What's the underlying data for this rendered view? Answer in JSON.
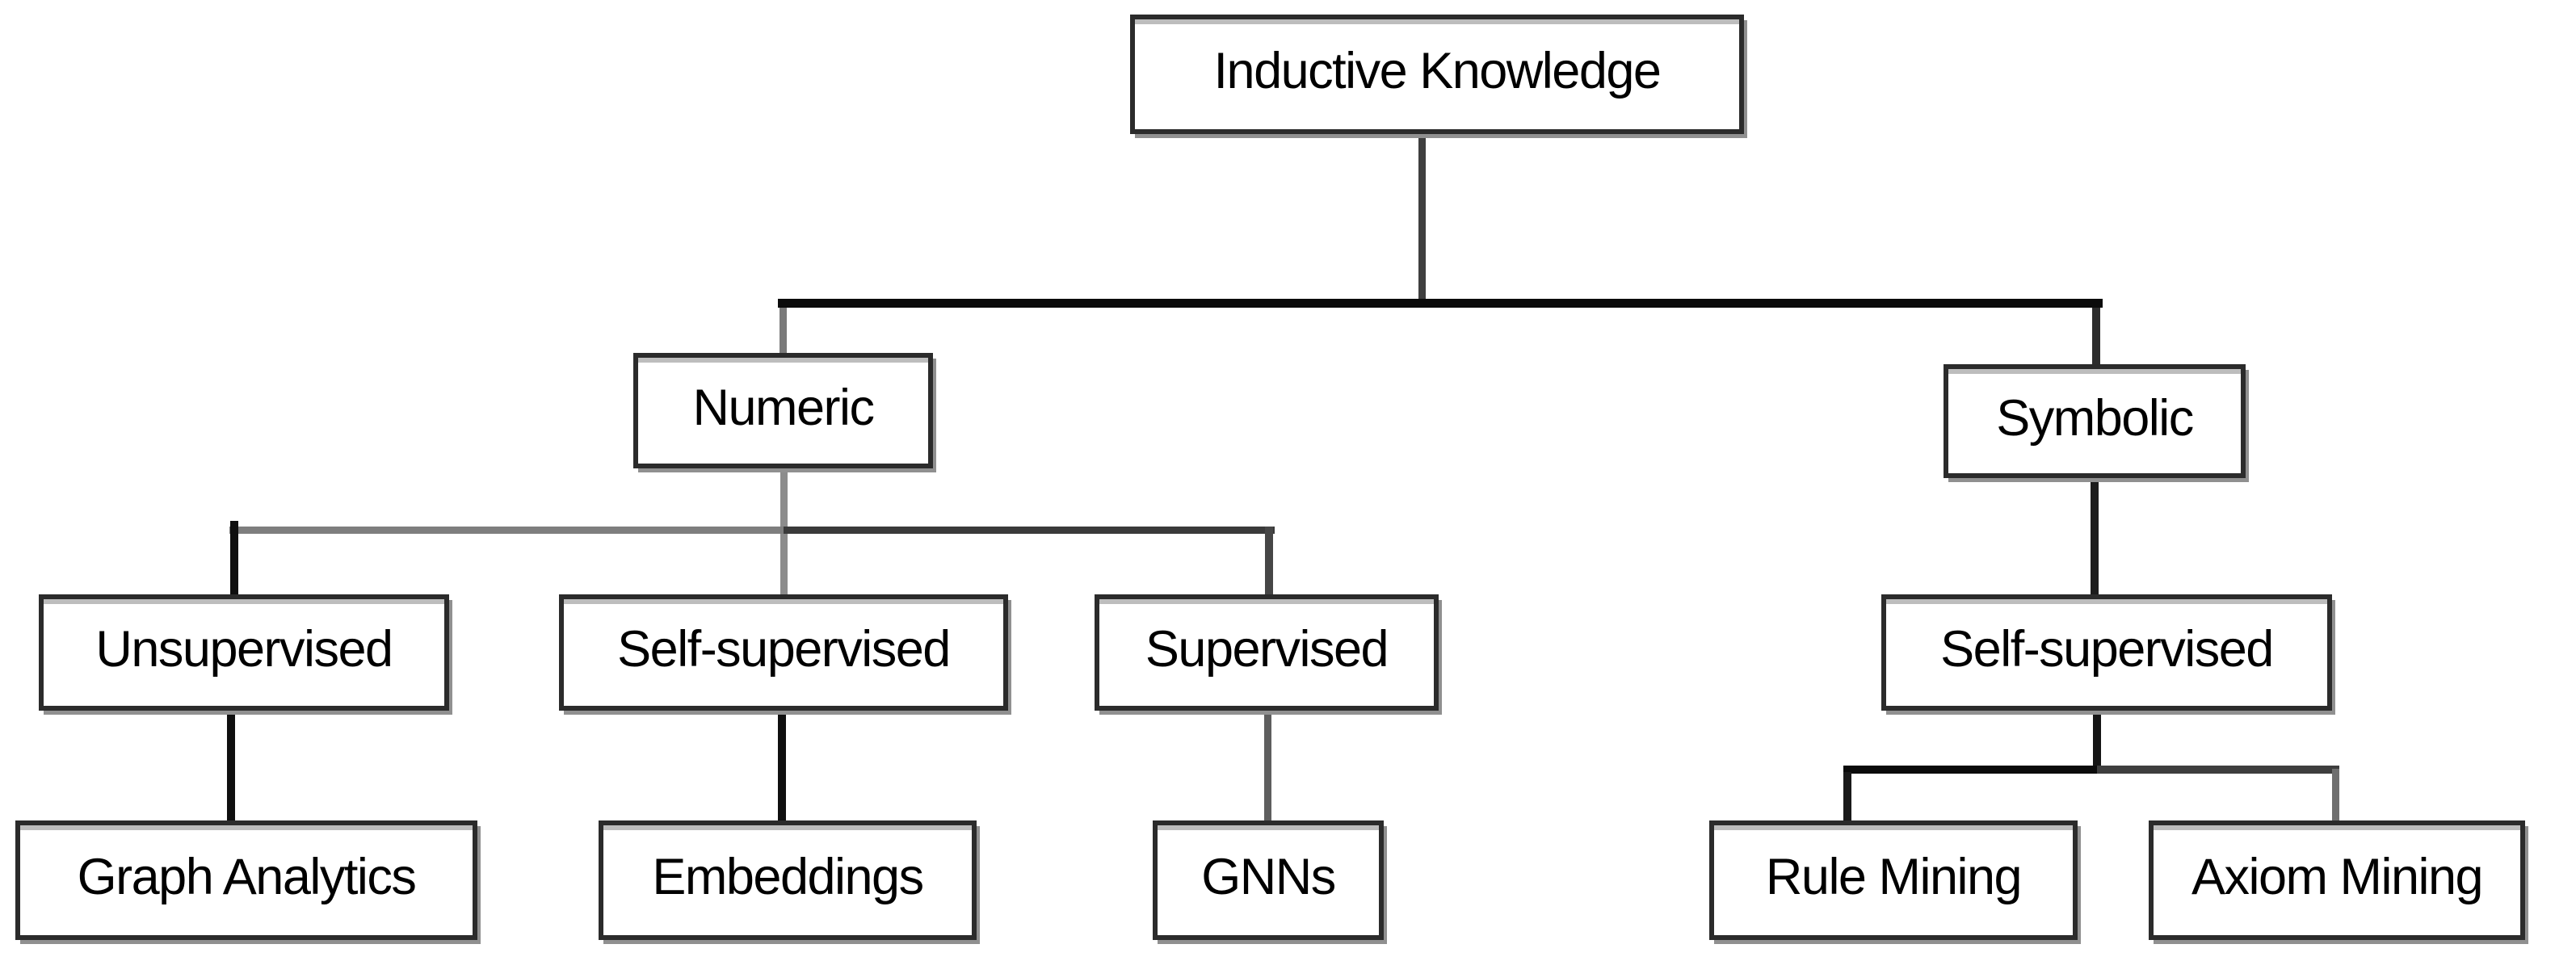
{
  "diagram": {
    "type": "hierarchy-tree",
    "background": "#ffffff",
    "nodes": {
      "root": {
        "label": "Inductive Knowledge"
      },
      "numeric": {
        "label": "Numeric"
      },
      "symbolic": {
        "label": "Symbolic"
      },
      "unsupervised": {
        "label": "Unsupervised"
      },
      "self_supervised_numeric": {
        "label": "Self-supervised"
      },
      "supervised": {
        "label": "Supervised"
      },
      "self_supervised_symbolic": {
        "label": "Self-supervised"
      },
      "graph_analytics": {
        "label": "Graph Analytics"
      },
      "embeddings": {
        "label": "Embeddings"
      },
      "gnns": {
        "label": "GNNs"
      },
      "rule_mining": {
        "label": "Rule Mining"
      },
      "axiom_mining": {
        "label": "Axiom Mining"
      }
    },
    "edges": [
      {
        "from": "root",
        "to": "numeric"
      },
      {
        "from": "root",
        "to": "symbolic"
      },
      {
        "from": "numeric",
        "to": "unsupervised"
      },
      {
        "from": "numeric",
        "to": "self_supervised_numeric"
      },
      {
        "from": "numeric",
        "to": "supervised"
      },
      {
        "from": "unsupervised",
        "to": "graph_analytics"
      },
      {
        "from": "self_supervised_numeric",
        "to": "embeddings"
      },
      {
        "from": "supervised",
        "to": "gnns"
      },
      {
        "from": "symbolic",
        "to": "self_supervised_symbolic"
      },
      {
        "from": "self_supervised_symbolic",
        "to": "rule_mining"
      },
      {
        "from": "self_supervised_symbolic",
        "to": "axiom_mining"
      }
    ],
    "colors": {
      "node_border": "#2b2b2b",
      "node_fill": "#ffffff",
      "node_shadow": "#909090",
      "line_black": "#0b0b0b",
      "line_gray": "#7e7e7e",
      "text": "#000000"
    }
  }
}
